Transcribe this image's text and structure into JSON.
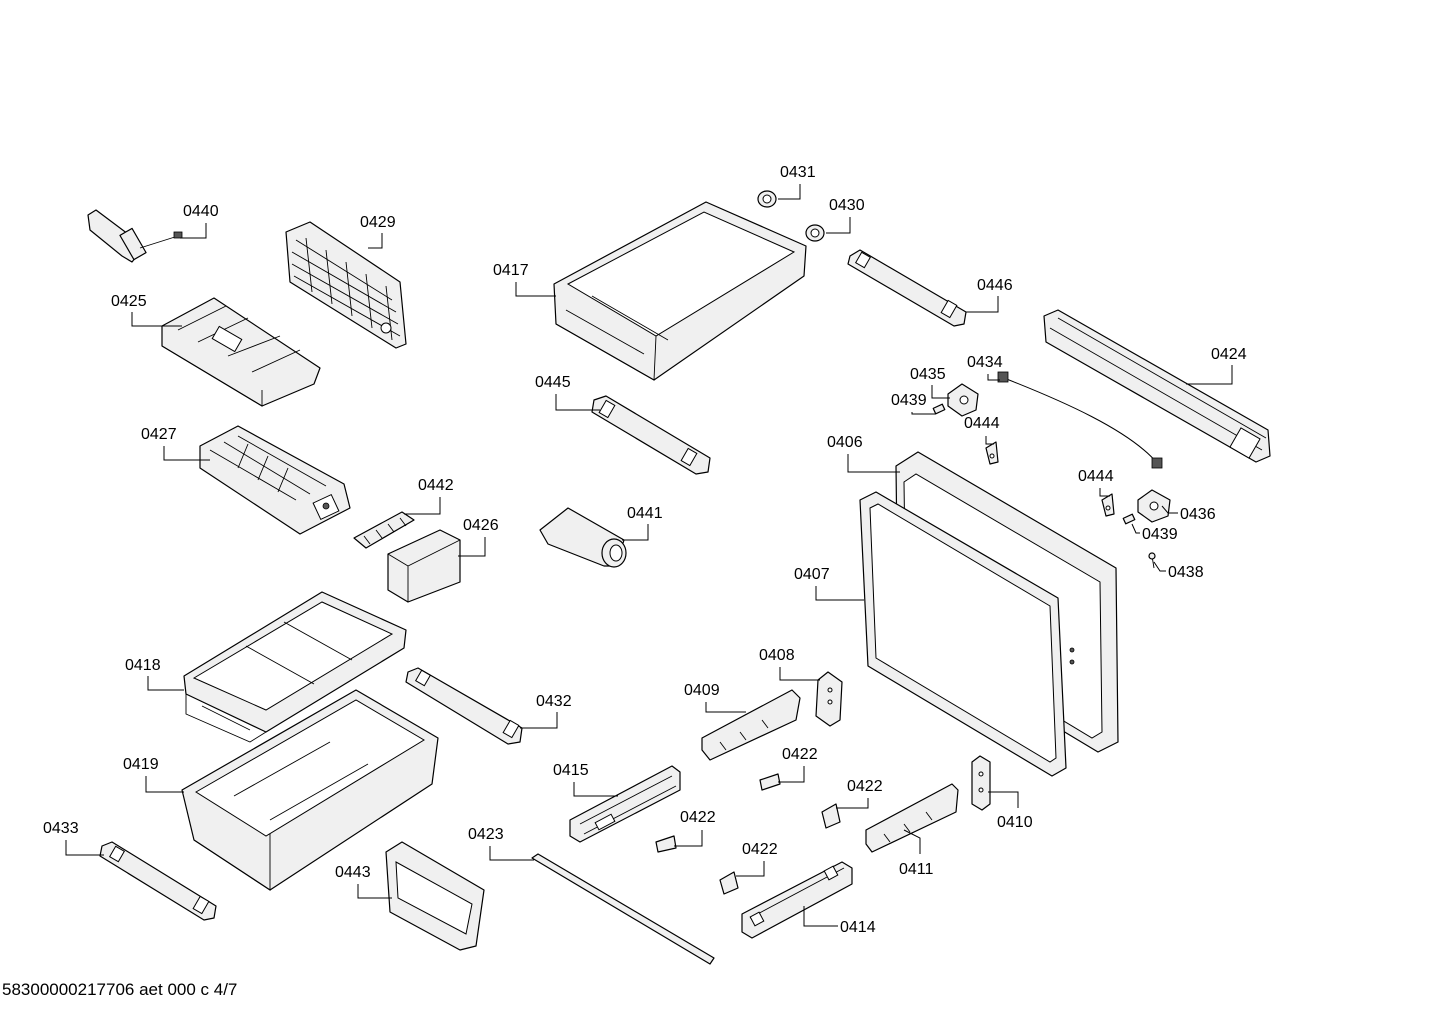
{
  "document_code": "58300000217706 aet 000 c 4/7",
  "callouts": {
    "c0440": "0440",
    "c0429": "0429",
    "c0425": "0425",
    "c0427": "0427",
    "c0442": "0442",
    "c0426": "0426",
    "c0418": "0418",
    "c0419": "0419",
    "c0433": "0433",
    "c0443": "0443",
    "c0432": "0432",
    "c0431": "0431",
    "c0430": "0430",
    "c0417": "0417",
    "c0445": "0445",
    "c0441": "0441",
    "c0446": "0446",
    "c0424": "0424",
    "c0435": "0435",
    "c0434": "0434",
    "c0439a": "0439",
    "c0444a": "0444",
    "c0406": "0406",
    "c0444b": "0444",
    "c0436": "0436",
    "c0439b": "0439",
    "c0438": "0438",
    "c0407": "0407",
    "c0408": "0408",
    "c0409": "0409",
    "c0422a": "0422",
    "c0415": "0415",
    "c0422b": "0422",
    "c0422c": "0422",
    "c0422d": "0422",
    "c0410": "0410",
    "c0411": "0411",
    "c0423": "0423",
    "c0414": "0414"
  }
}
